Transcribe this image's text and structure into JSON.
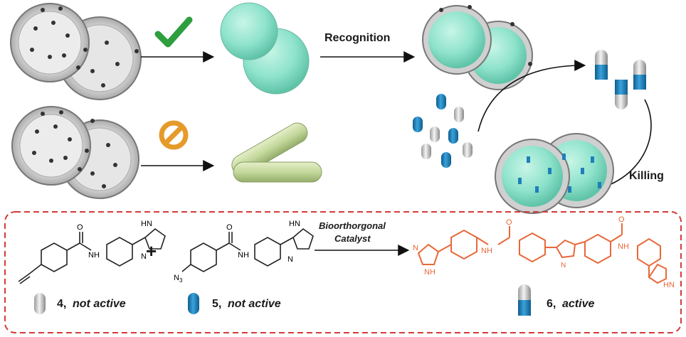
{
  "top_arrow_label": "Recognition",
  "killing_label": "Killing",
  "catalyst_line1": "Bioorthorgonal",
  "catalyst_line2": "Catalyst",
  "plus_sign": "+",
  "compounds": [
    {
      "number": "4,",
      "status": "not active"
    },
    {
      "number": "5,",
      "status": "not active"
    },
    {
      "number": "6,",
      "status": "active"
    }
  ],
  "atoms": {
    "O": "O",
    "NH": "NH",
    "N": "N",
    "HN": "HN",
    "N3": "N",
    "N3_sub": "3"
  },
  "colors": {
    "teal": "#8fe3cc",
    "green_rod": "#cfe0a9",
    "orange": "#e8683a",
    "blue": "#1f7fb8",
    "gray": "#d8d8d8",
    "dash_border": "#d33a3a",
    "check": "#2e9e3e"
  },
  "icons": [
    "check-icon",
    "prohibited-icon"
  ]
}
